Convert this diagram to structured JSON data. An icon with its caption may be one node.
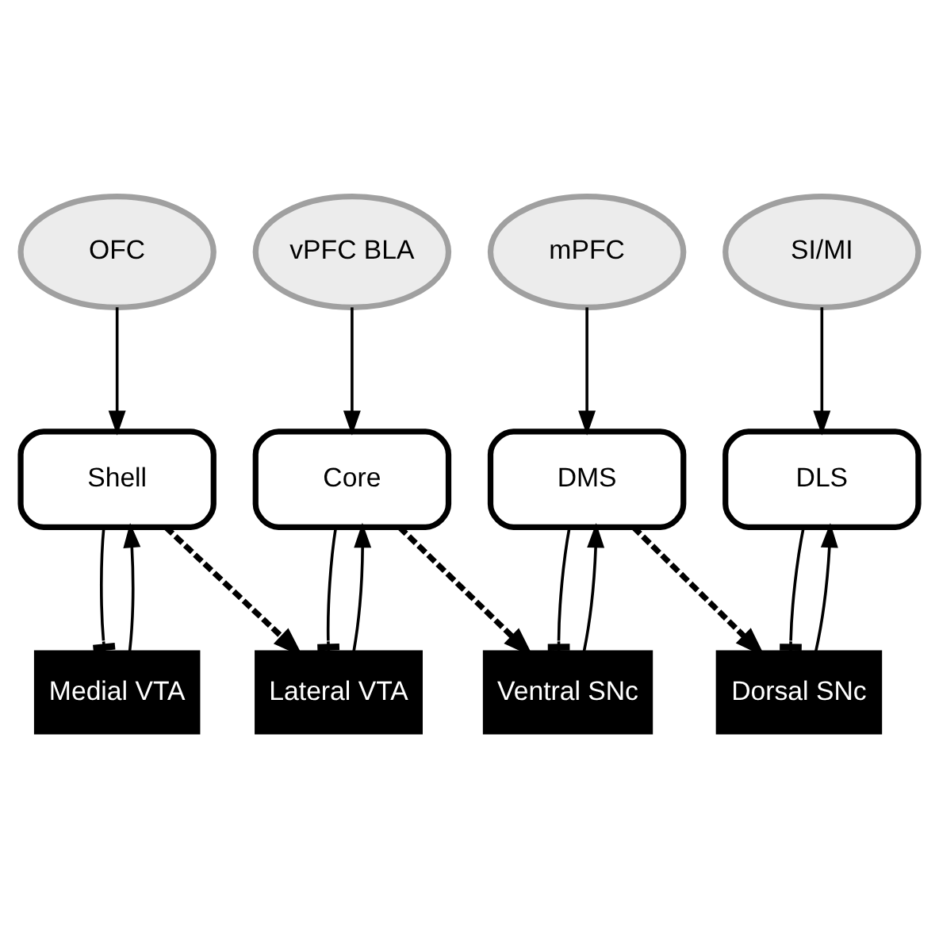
{
  "diagram": {
    "nodes": [
      {
        "text": [
          "OFC"
        ]
      },
      {
        "text": [
          "vPFC BLA"
        ]
      },
      {
        "text": [
          "mPFC"
        ]
      },
      {
        "text": [
          "SI/MI"
        ]
      },
      {
        "text": [
          "Shell"
        ]
      },
      {
        "text": [
          "Core"
        ]
      },
      {
        "text": [
          "DMS"
        ]
      },
      {
        "text": [
          "DLS"
        ]
      },
      {
        "text": [
          "Medial VTA"
        ]
      },
      {
        "text": [
          "Lateral VTA"
        ]
      },
      {
        "text": [
          "Ventral SNc"
        ]
      },
      {
        "text": [
          "Dorsal SNc"
        ]
      }
    ],
    "edges": [
      {
        "from": 0,
        "to": 4,
        "arrow": "to"
      },
      {
        "from": 1,
        "to": 5,
        "arrow": "to"
      },
      {
        "from": 2,
        "to": 6,
        "arrow": "to"
      },
      {
        "from": 3,
        "to": 7,
        "arrow": "to"
      },
      {
        "from": 8,
        "to": 4,
        "arrow": "to"
      },
      {
        "from": 4,
        "to": 8,
        "arrow": "other"
      },
      {
        "from": 4,
        "to": 9,
        "arrow": "to",
        "style": "dashed"
      },
      {
        "from": 9,
        "to": 5,
        "arrow": "to"
      },
      {
        "from": 5,
        "to": 9,
        "arrow": "other"
      },
      {
        "from": 5,
        "to": 10,
        "arrow": "to",
        "style": "dashed"
      },
      {
        "from": 10,
        "to": 6,
        "arrow": "to"
      },
      {
        "from": 6,
        "to": 10,
        "arrow": "other"
      },
      {
        "from": 6,
        "to": 11,
        "arrow": "to",
        "style": "dashed"
      },
      {
        "from": 11,
        "to": 7,
        "arrow": "to"
      },
      {
        "from": 7,
        "to": 11,
        "arrow": "other"
      }
    ]
  }
}
